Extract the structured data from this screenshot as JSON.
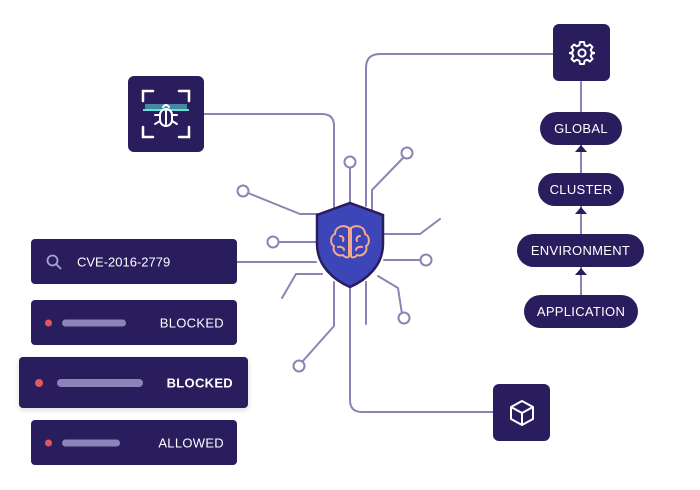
{
  "search": {
    "value": "CVE-2016-2779",
    "icon": "search-icon"
  },
  "results": [
    {
      "status": "BLOCKED"
    },
    {
      "status": "BLOCKED"
    },
    {
      "status": "ALLOWED"
    }
  ],
  "hierarchy": [
    "GLOBAL",
    "CLUSTER",
    "ENVIRONMENT",
    "APPLICATION"
  ],
  "colors": {
    "node": "#2a1d5e",
    "wire": "#8a84b4",
    "shield": "#3d46b8",
    "accent": "#e2565f",
    "brain": "#f2a98c",
    "scan": "#5fe0d8"
  }
}
